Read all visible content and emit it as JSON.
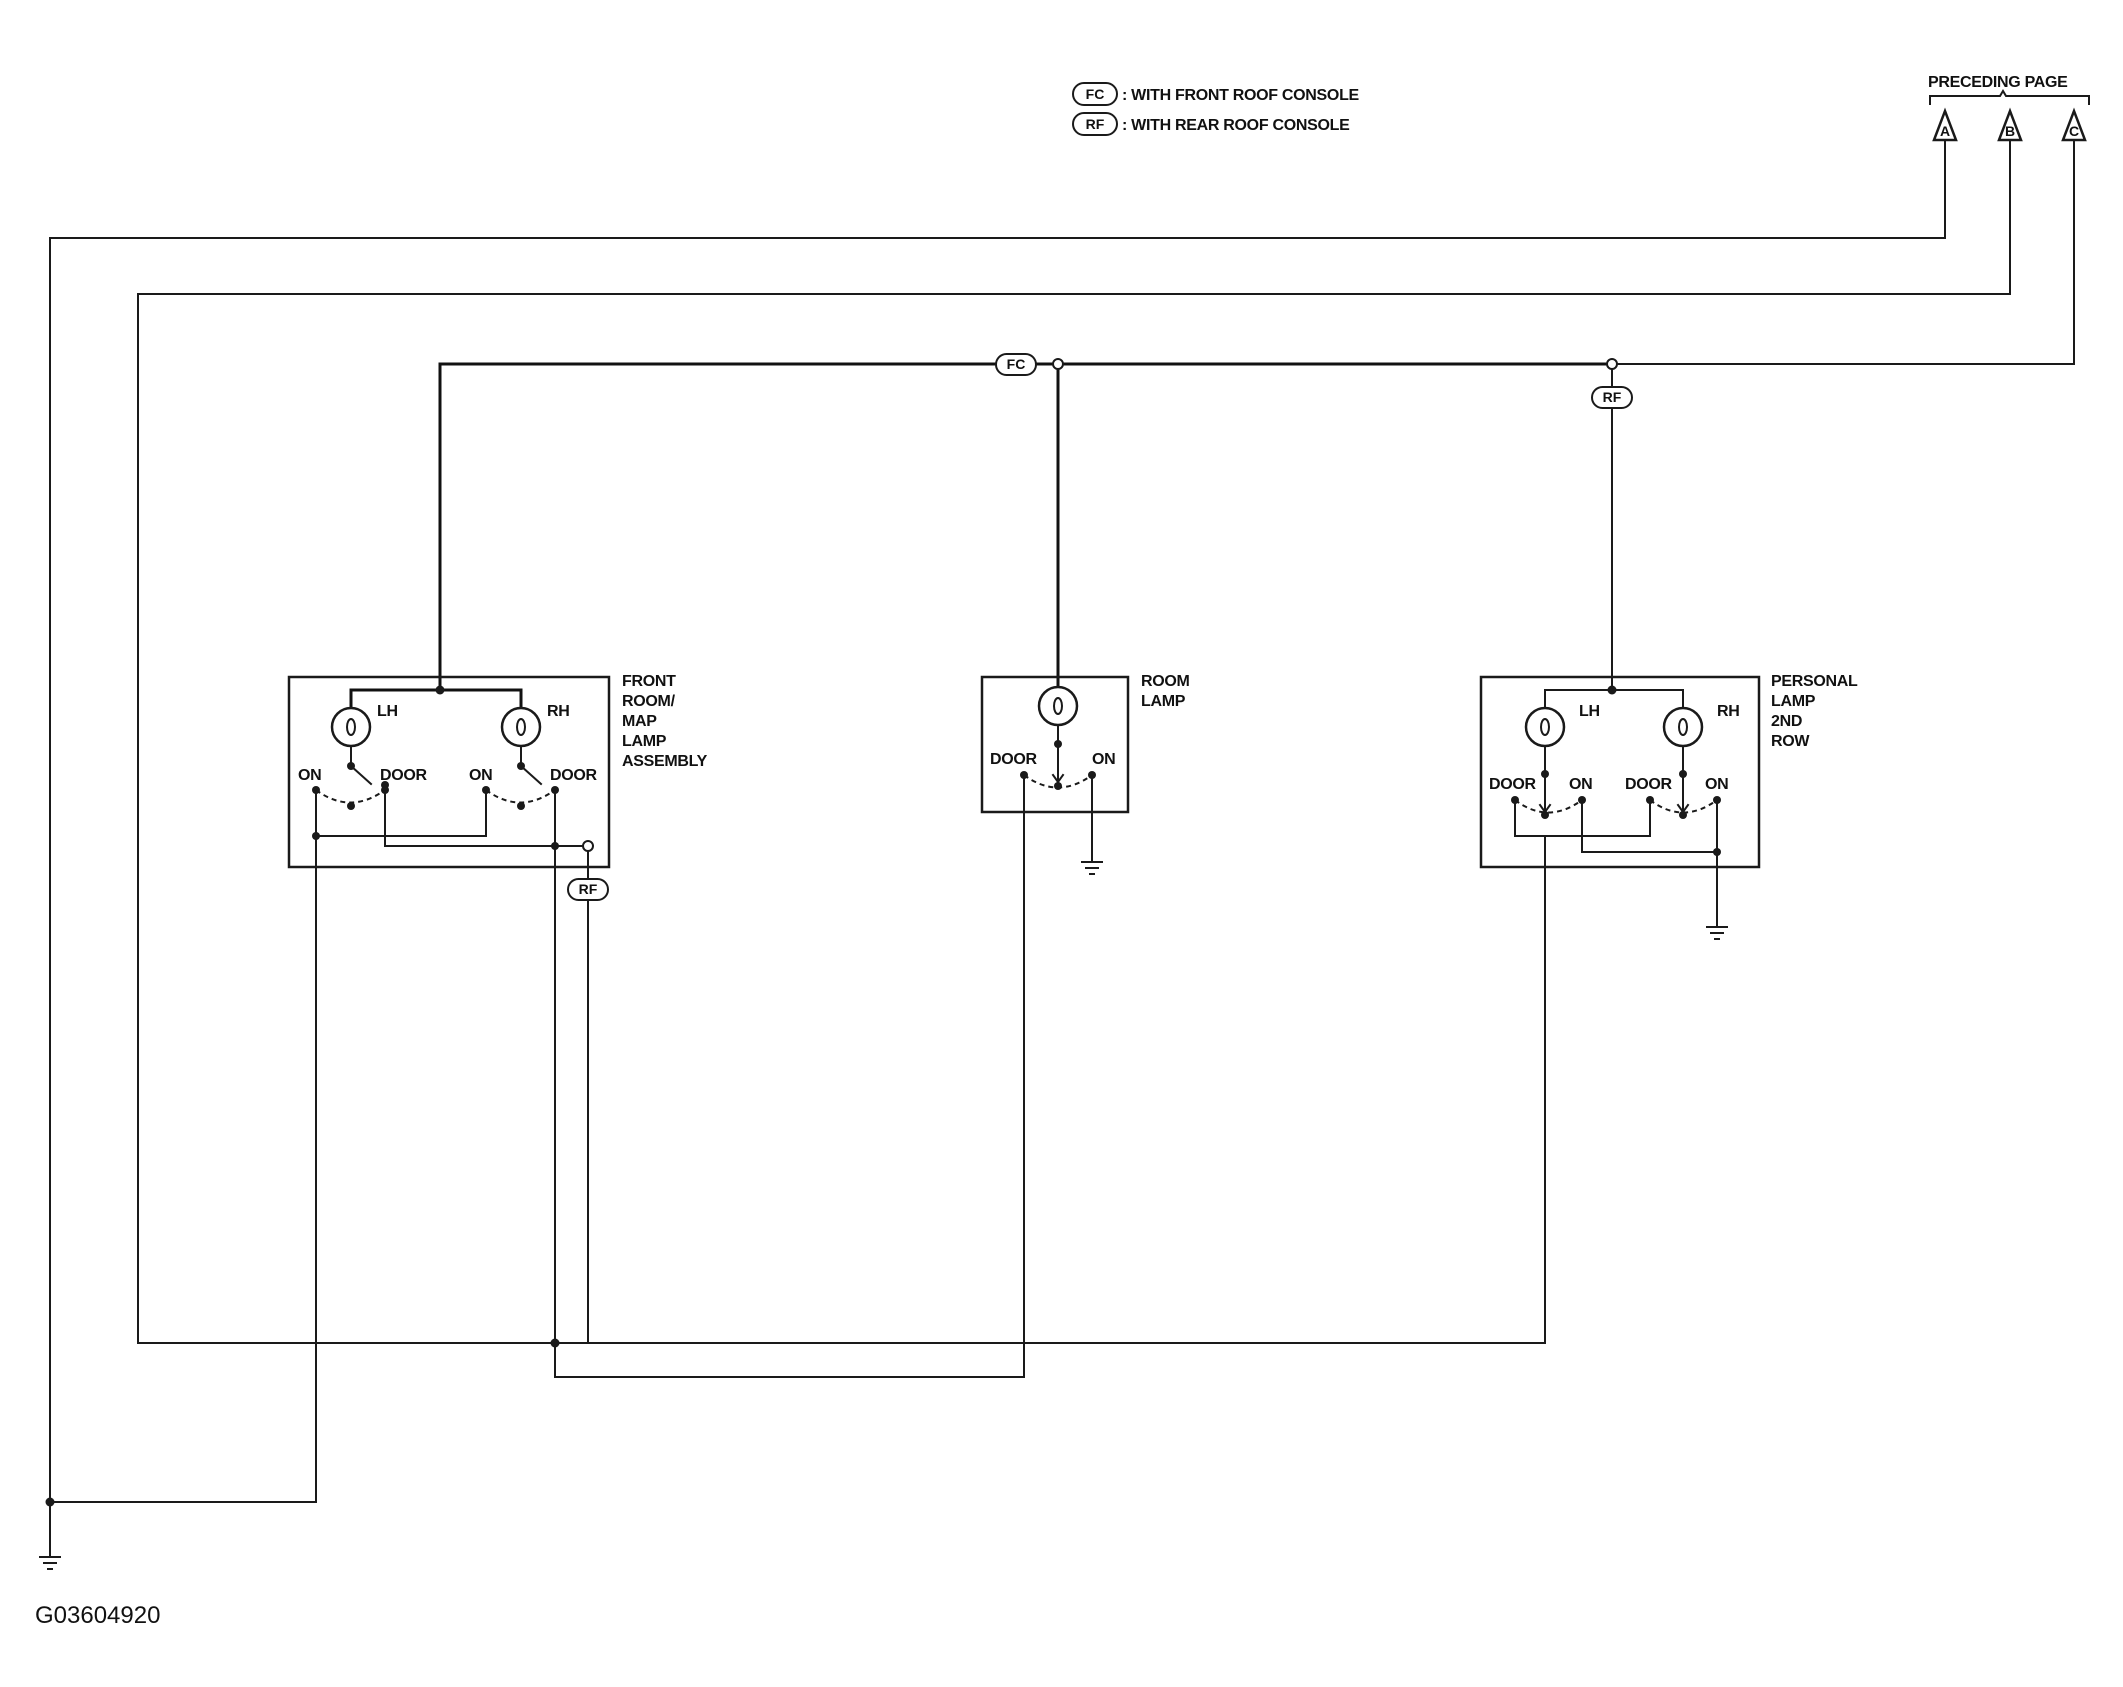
{
  "legend": {
    "fc_code": "FC",
    "fc_text": ": WITH FRONT ROOF CONSOLE",
    "rf_code": "RF",
    "rf_text": ": WITH REAR ROOF CONSOLE"
  },
  "preceding_page": {
    "title": "PRECEDING PAGE",
    "connectors": [
      "A",
      "B",
      "C"
    ]
  },
  "inline_tags": {
    "fc": "FC",
    "rf_top": "RF",
    "rf_front": "RF"
  },
  "components": {
    "front_lamp": {
      "name_lines": [
        "FRONT",
        "ROOM/",
        "MAP",
        "LAMP",
        "ASSEMBLY"
      ],
      "lh": "LH",
      "rh": "RH",
      "sw_on_1": "ON",
      "sw_door_1": "DOOR",
      "sw_on_2": "ON",
      "sw_door_2": "DOOR"
    },
    "room_lamp": {
      "name_lines": [
        "ROOM",
        "LAMP"
      ],
      "sw_door": "DOOR",
      "sw_on": "ON"
    },
    "personal_lamp": {
      "name_lines": [
        "PERSONAL",
        "LAMP",
        "2ND",
        "ROW"
      ],
      "lh": "LH",
      "rh": "RH",
      "sw_door_1": "DOOR",
      "sw_on_1": "ON",
      "sw_door_2": "DOOR",
      "sw_on_2": "ON"
    }
  },
  "diagram_id": "G03604920"
}
